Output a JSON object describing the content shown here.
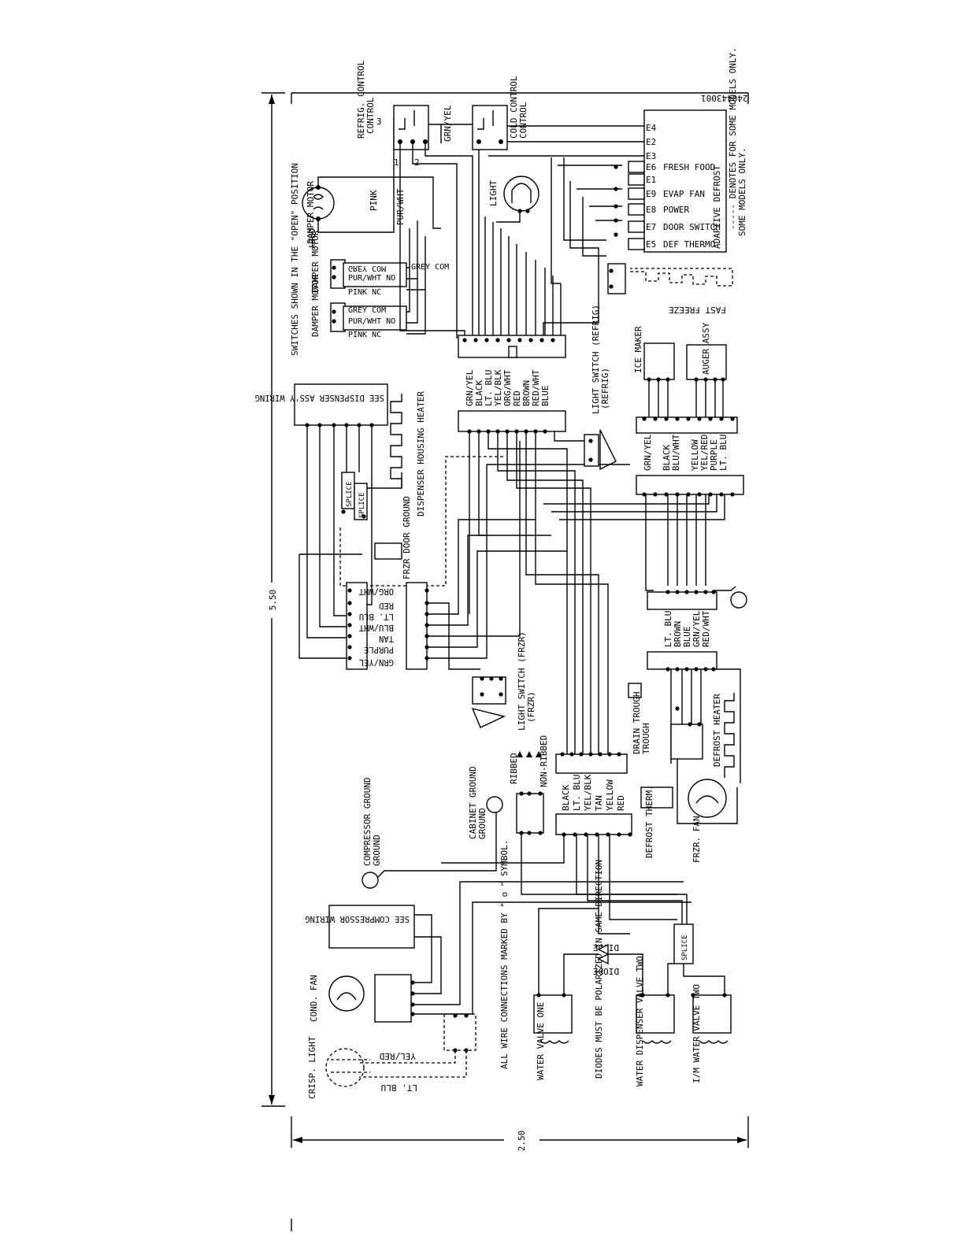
{
  "drawing": {
    "number": "240443001",
    "dim_height": "5.50",
    "dim_width": "2.50"
  },
  "labels": {
    "switches_note": "SWITCHES SHOWN IN THE \"OPEN\" POSITION",
    "damper_motor_a": "DAMPER MOTOR",
    "damper_motor_b": "DAMPER MOTOR",
    "damper_motor_c": "DAMPER MOTOR",
    "grey": "GREY",
    "pink": "PINK",
    "pur_wht": "PUR/WHT",
    "refrig_control": "REFRIG. CONTROL",
    "cold_control": "COLD CONTROL",
    "grn_yel_top": "GRN/YEL",
    "light": "LIGHT",
    "pin_1": "1",
    "pin_2": "2",
    "pin_3": "3",
    "fast_freeze": "FAST FREEZE",
    "see_dispenser": "SEE DISPENSER ASS'Y WIRING",
    "dispenser_heater": "DISPENSER HOUSING HEATER",
    "splice_1": "SPLICE",
    "splice_2": "SPLICE",
    "splice_3": "SPLICE",
    "frzr_door_ground": "FRZR DOOR GROUND",
    "light_switch_refrig": "LIGHT SWITCH (REFRIG)",
    "light_switch_frzr": "LIGHT SWITCH (FRZR)",
    "ice_maker": "ICE MAKER",
    "auger_assy": "AUGER ASSY",
    "drain_trough": "DRAIN TROUGH",
    "defrost_heater": "DEFROST HEATER",
    "defrost_therm": "DEFROST THERM.",
    "frzr_fan": "FRZR. FAN",
    "ribbed": "RIBBED",
    "non_ribbed": "NON-RIBBED",
    "cabinet_ground": "CABINET GROUND",
    "compressor_ground": "COMPRESSOR GROUND",
    "see_compressor": "SEE COMPRESSOR WIRING",
    "cond_fan": "COND. FAN",
    "crisp_light": "CRISP. LIGHT",
    "yel_red": "YEL/RED",
    "lt_blu": "LT. BLU",
    "all_wire_note": "ALL WIRE CONNECTIONS MARKED BY \" o \" SYMBOL.",
    "diodes_note": "DIODES MUST BE POLARIZED IN SAME DIRECTION",
    "diode_1": "DIODE",
    "diode_2": "DIODE",
    "water_valve_one": "WATER VALVE ONE",
    "water_disp_valve_two": "WATER DISPENSER VALVE TWO",
    "im_water_valve_two": "I/M WATER VALVE TWO"
  },
  "defrost_control": {
    "title": "ADAPTIVE DEFROST",
    "note": "----- DENOTES FOR SOME MODELS ONLY.",
    "terminals": [
      {
        "code": "E4",
        "label": ""
      },
      {
        "code": "E2",
        "label": ""
      },
      {
        "code": "E3",
        "label": ""
      },
      {
        "code": "E6",
        "label": "FRESH FOOD"
      },
      {
        "code": "E1",
        "label": ""
      },
      {
        "code": "E9",
        "label": "EVAP FAN"
      },
      {
        "code": "E8",
        "label": "POWER"
      },
      {
        "code": "E7",
        "label": "DOOR SWITCH"
      },
      {
        "code": "E5",
        "label": "DEF THERMO"
      }
    ]
  },
  "damper_switches": {
    "upper": [
      "GREY COM",
      "PUR/WHT NO",
      "PINK NC"
    ],
    "lower": [
      "GREY COM",
      "PUR/WHT NO",
      "PINK NC"
    ]
  },
  "harness_main": [
    "GRN/YEL",
    "BLACK",
    "LT. BLU",
    "YEL/BLK",
    "ORG/WHT",
    "RED",
    "BROWN",
    "RED/WHT",
    "BLUE"
  ],
  "harness_icemaker": [
    "GRN/YEL",
    "",
    "BLACK",
    "BLU/WHT",
    "",
    "YELLOW",
    "YEL/RED",
    "PURPLE",
    "LT. BLU"
  ],
  "harness_freezer_door": [
    "ORG/WHT",
    "RED",
    "LT. BLU",
    "BLU/WHT",
    "TAN",
    "PURPLE",
    "GRN/YEL"
  ],
  "harness_defrost": [
    "LT. BLU",
    "BROWN",
    "BLUE",
    "GRN/YEL",
    "RED/WHT"
  ],
  "harness_lower": [
    "BLACK",
    "LT. BLU",
    "YEL/BLK",
    "TAN",
    "YELLOW",
    "RED"
  ]
}
